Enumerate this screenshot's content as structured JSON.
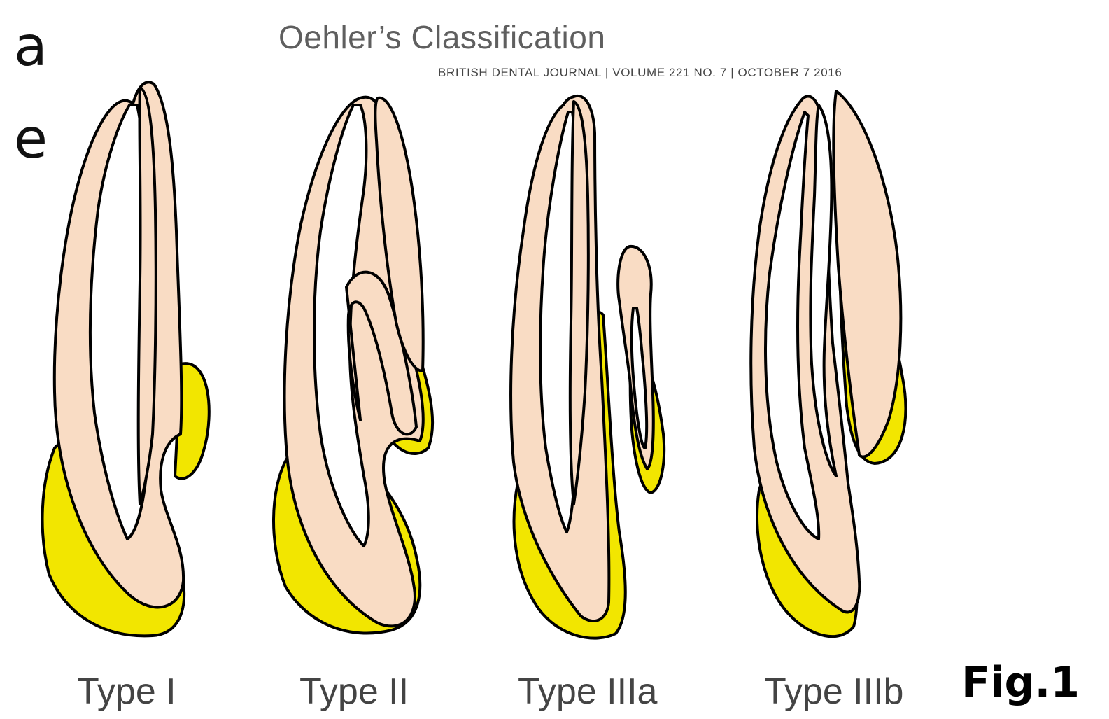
{
  "slide": {
    "fragment_a": "a",
    "fragment_e": "e"
  },
  "figure": {
    "title": "Oehler’s Classification",
    "citation": "BRITISH  DENTAL  JOURNAL | VOLUME  221 NO. 7 | OCTOBER  7 2016",
    "fig_label": "Fig.1",
    "types": [
      {
        "label": "Type I"
      },
      {
        "label": "Type II"
      },
      {
        "label": "Type IIIa"
      },
      {
        "label": "Type IIIb"
      }
    ]
  },
  "colors": {
    "root": "#f9dcc4",
    "invagination": "#f2e600",
    "outline": "#000000",
    "title_text": "#5f5f5f"
  }
}
